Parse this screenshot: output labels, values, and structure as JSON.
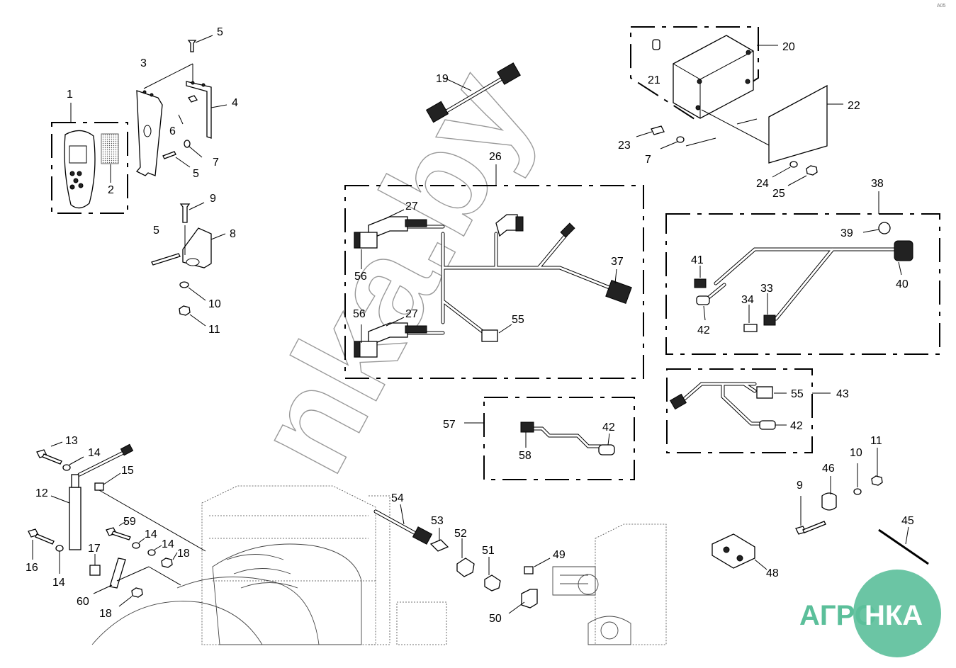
{
  "watermark": {
    "text": "nka.by"
  },
  "logo": {
    "text_left": "АГРО",
    "text_right": "НКА",
    "color": "#5bbf9a"
  },
  "corner_mark": "A05",
  "labels": [
    {
      "id": "l1",
      "text": "1"
    },
    {
      "id": "l2",
      "text": "2"
    },
    {
      "id": "l3",
      "text": "3"
    },
    {
      "id": "l4",
      "text": "4"
    },
    {
      "id": "l5a",
      "text": "5"
    },
    {
      "id": "l5b",
      "text": "5"
    },
    {
      "id": "l5c",
      "text": "5"
    },
    {
      "id": "l6",
      "text": "6"
    },
    {
      "id": "l7a",
      "text": "7"
    },
    {
      "id": "l7b",
      "text": "7"
    },
    {
      "id": "l8",
      "text": "8"
    },
    {
      "id": "l9a",
      "text": "9"
    },
    {
      "id": "l9b",
      "text": "9"
    },
    {
      "id": "l10a",
      "text": "10"
    },
    {
      "id": "l10b",
      "text": "10"
    },
    {
      "id": "l11a",
      "text": "11"
    },
    {
      "id": "l11b",
      "text": "11"
    },
    {
      "id": "l12",
      "text": "12"
    },
    {
      "id": "l13",
      "text": "13"
    },
    {
      "id": "l14a",
      "text": "14"
    },
    {
      "id": "l14b",
      "text": "14"
    },
    {
      "id": "l14c",
      "text": "14"
    },
    {
      "id": "l14d",
      "text": "14"
    },
    {
      "id": "l15",
      "text": "15"
    },
    {
      "id": "l16",
      "text": "16"
    },
    {
      "id": "l17",
      "text": "17"
    },
    {
      "id": "l18a",
      "text": "18"
    },
    {
      "id": "l18b",
      "text": "18"
    },
    {
      "id": "l19",
      "text": "19"
    },
    {
      "id": "l20",
      "text": "20"
    },
    {
      "id": "l21",
      "text": "21"
    },
    {
      "id": "l22",
      "text": "22"
    },
    {
      "id": "l23",
      "text": "23"
    },
    {
      "id": "l24",
      "text": "24"
    },
    {
      "id": "l25",
      "text": "25"
    },
    {
      "id": "l26",
      "text": "26"
    },
    {
      "id": "l27a",
      "text": "27"
    },
    {
      "id": "l27b",
      "text": "27"
    },
    {
      "id": "l33",
      "text": "33"
    },
    {
      "id": "l34",
      "text": "34"
    },
    {
      "id": "l37",
      "text": "37"
    },
    {
      "id": "l38",
      "text": "38"
    },
    {
      "id": "l39",
      "text": "39"
    },
    {
      "id": "l40",
      "text": "40"
    },
    {
      "id": "l41",
      "text": "41"
    },
    {
      "id": "l42a",
      "text": "42"
    },
    {
      "id": "l42b",
      "text": "42"
    },
    {
      "id": "l42c",
      "text": "42"
    },
    {
      "id": "l43",
      "text": "43"
    },
    {
      "id": "l45",
      "text": "45"
    },
    {
      "id": "l46",
      "text": "46"
    },
    {
      "id": "l48",
      "text": "48"
    },
    {
      "id": "l49",
      "text": "49"
    },
    {
      "id": "l50",
      "text": "50"
    },
    {
      "id": "l51",
      "text": "51"
    },
    {
      "id": "l52",
      "text": "52"
    },
    {
      "id": "l53",
      "text": "53"
    },
    {
      "id": "l54",
      "text": "54"
    },
    {
      "id": "l55a",
      "text": "55"
    },
    {
      "id": "l55b",
      "text": "55"
    },
    {
      "id": "l56a",
      "text": "56"
    },
    {
      "id": "l56b",
      "text": "56"
    },
    {
      "id": "l57",
      "text": "57"
    },
    {
      "id": "l58",
      "text": "58"
    },
    {
      "id": "l59",
      "text": "59"
    },
    {
      "id": "l60",
      "text": "60"
    }
  ]
}
